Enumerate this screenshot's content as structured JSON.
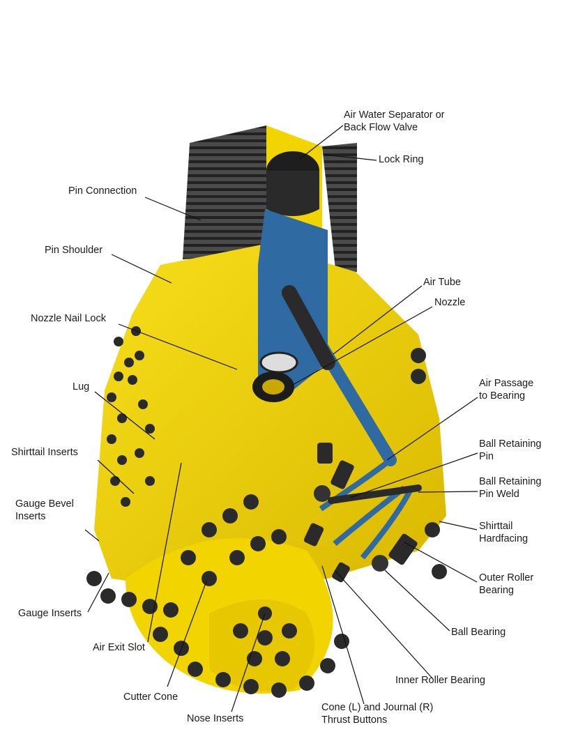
{
  "diagram": {
    "colors": {
      "body_yellow": "#f2d400",
      "body_shade": "#c9a800",
      "passage_blue": "#2f6aa3",
      "insert_dark": "#2a2a2a",
      "thread_gray": "#3a3a3a"
    },
    "labels": {
      "air_water_separator": "Air Water Separator or\nBack Flow Valve",
      "lock_ring": "Lock Ring",
      "pin_connection": "Pin Connection",
      "pin_shoulder": "Pin Shoulder",
      "air_tube": "Air Tube",
      "nozzle": "Nozzle",
      "nozzle_nail_lock": "Nozzle Nail Lock",
      "lug": "Lug",
      "air_passage": "Air Passage\nto Bearing",
      "shirttail_inserts": "Shirttail Inserts",
      "ball_retaining_pin": "Ball Retaining\nPin",
      "ball_retaining_pin_weld": "Ball Retaining\nPin Weld",
      "gauge_bevel_inserts": "Gauge Bevel\nInserts",
      "shirttail_hardfacing": "Shirttail\nHardfacing",
      "outer_roller_bearing": "Outer Roller\nBearing",
      "gauge_inserts": "Gauge Inserts",
      "ball_bearing": "Ball Bearing",
      "air_exit_slot": "Air Exit Slot",
      "inner_roller_bearing": "Inner Roller Bearing",
      "cutter_cone": "Cutter Cone",
      "cone_journal_thrust": "Cone (L) and Journal (R)\nThrust Buttons",
      "nose_inserts": "Nose Inserts"
    }
  }
}
